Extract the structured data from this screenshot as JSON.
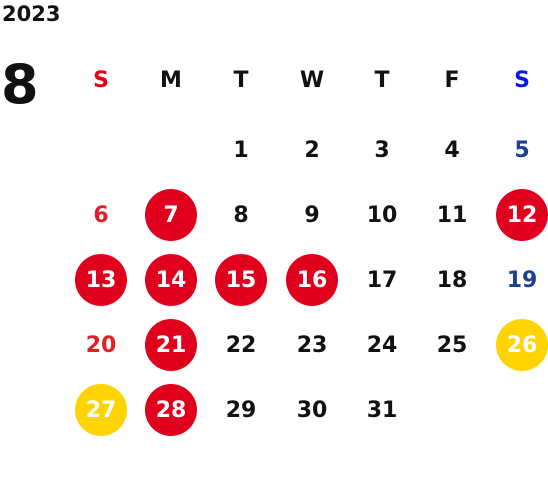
{
  "year": "2023",
  "month": "8",
  "weekdays": [
    "S",
    "M",
    "T",
    "W",
    "T",
    "F",
    "S"
  ],
  "weeks": [
    [
      {
        "d": "",
        "s": ""
      },
      {
        "d": "",
        "s": ""
      },
      {
        "d": "1",
        "s": "normal"
      },
      {
        "d": "2",
        "s": "normal"
      },
      {
        "d": "3",
        "s": "normal"
      },
      {
        "d": "4",
        "s": "normal"
      },
      {
        "d": "5",
        "s": "sat"
      }
    ],
    [
      {
        "d": "6",
        "s": "sun"
      },
      {
        "d": "7",
        "s": "holiday"
      },
      {
        "d": "8",
        "s": "normal"
      },
      {
        "d": "9",
        "s": "normal"
      },
      {
        "d": "10",
        "s": "normal"
      },
      {
        "d": "11",
        "s": "normal"
      },
      {
        "d": "12",
        "s": "holiday"
      }
    ],
    [
      {
        "d": "13",
        "s": "holiday"
      },
      {
        "d": "14",
        "s": "holiday"
      },
      {
        "d": "15",
        "s": "holiday"
      },
      {
        "d": "16",
        "s": "holiday"
      },
      {
        "d": "17",
        "s": "normal"
      },
      {
        "d": "18",
        "s": "normal"
      },
      {
        "d": "19",
        "s": "sat"
      }
    ],
    [
      {
        "d": "20",
        "s": "sun"
      },
      {
        "d": "21",
        "s": "holiday"
      },
      {
        "d": "22",
        "s": "normal"
      },
      {
        "d": "23",
        "s": "normal"
      },
      {
        "d": "24",
        "s": "normal"
      },
      {
        "d": "25",
        "s": "normal"
      },
      {
        "d": "26",
        "s": "special"
      }
    ],
    [
      {
        "d": "27",
        "s": "special"
      },
      {
        "d": "28",
        "s": "holiday"
      },
      {
        "d": "29",
        "s": "normal"
      },
      {
        "d": "30",
        "s": "normal"
      },
      {
        "d": "31",
        "s": "normal"
      },
      {
        "d": "",
        "s": ""
      },
      {
        "d": "",
        "s": ""
      }
    ]
  ],
  "colors": {
    "holiday": "#e0001e",
    "special": "#ffd400",
    "sunday_text": "#e01f26",
    "saturday_text": "#1c3f8f",
    "header_sunday": "#e60012",
    "header_saturday": "#0a1be0"
  }
}
